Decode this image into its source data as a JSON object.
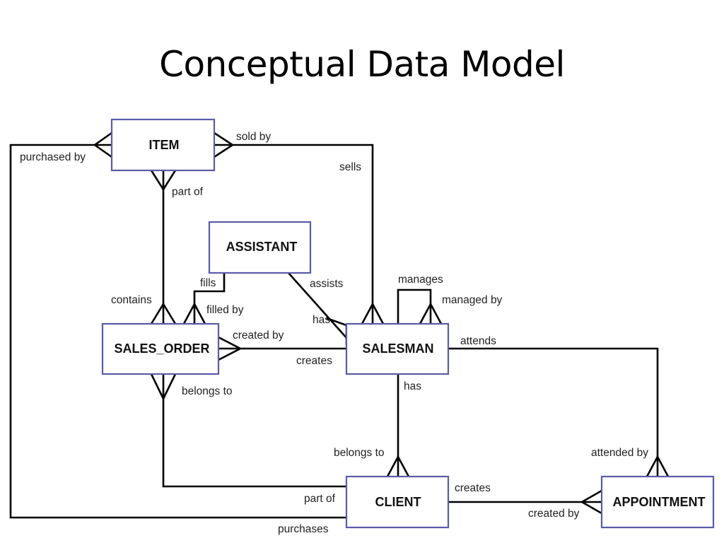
{
  "title": "Conceptual Data Model",
  "entities": {
    "item": "ITEM",
    "assistant": "ASSISTANT",
    "sales_order": "SALES_ORDER",
    "salesman": "SALESMAN",
    "client": "CLIENT",
    "appointment": "APPOINTMENT"
  },
  "relationships": {
    "item_purchased_by": "purchased by",
    "item_sold_by": "sold by",
    "salesman_sells": "sells",
    "item_part_of": "part of",
    "order_contains": "contains",
    "assistant_fills": "fills",
    "order_filled_by": "filled by",
    "assistant_assists": "assists",
    "salesman_has_assistant": "has",
    "salesman_manages": "manages",
    "salesman_managed_by": "managed by",
    "order_created_by": "created by",
    "salesman_creates": "creates",
    "salesman_attends": "attends",
    "order_belongs_to": "belongs to",
    "salesman_has_client": "has",
    "client_belongs_to": "belongs to",
    "appointment_attended_by": "attended by",
    "client_part_of": "part of",
    "client_purchases": "purchases",
    "client_creates": "creates",
    "appointment_created_by": "created by"
  }
}
